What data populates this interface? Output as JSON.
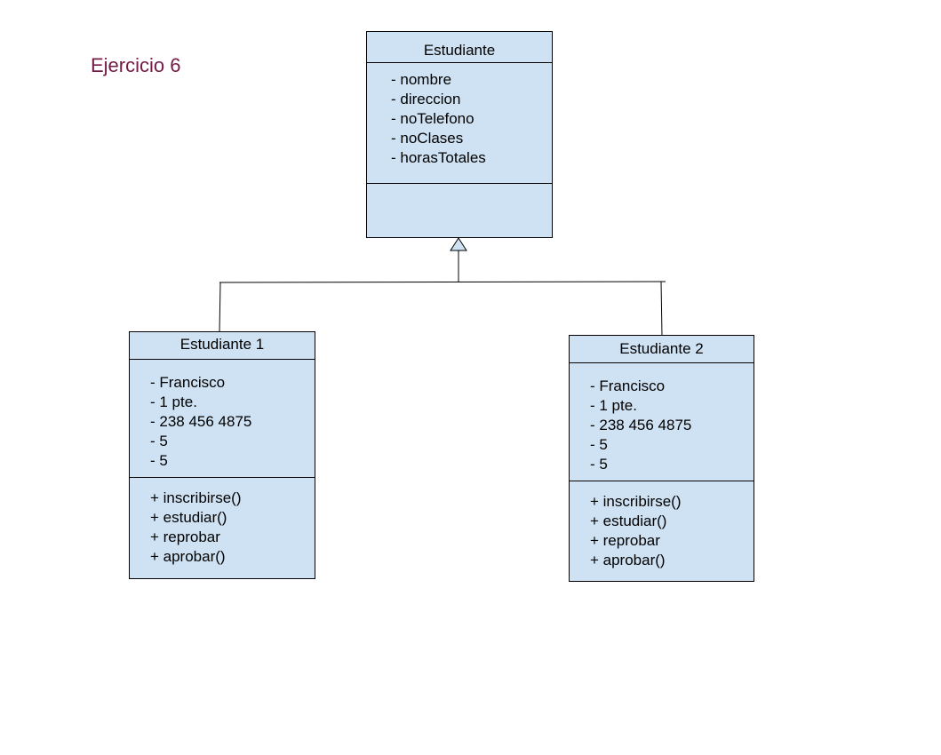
{
  "title": "Ejercicio 6",
  "classes": {
    "parent": {
      "name": "Estudiante",
      "attributes": [
        "- nombre",
        "- direccion",
        "- noTelefono",
        "- noClases",
        "- horasTotales"
      ],
      "methods": []
    },
    "child1": {
      "name": "Estudiante 1",
      "attributes": [
        "- Francisco",
        "- 1 pte.",
        "- 238 456 4875",
        "- 5",
        "- 5"
      ],
      "methods": [
        "+ inscribirse()",
        "+ estudiar()",
        "+ reprobar",
        "+ aprobar()"
      ]
    },
    "child2": {
      "name": "Estudiante 2",
      "attributes": [
        "- Francisco",
        "- 1 pte.",
        "- 238 456 4875",
        "- 5",
        "- 5"
      ],
      "methods": [
        "+ inscribirse()",
        "+ estudiar()",
        "+ reprobar",
        "+ aprobar()"
      ]
    }
  },
  "colors": {
    "box_fill": "#cfe2f3",
    "border": "#000000",
    "title": "#741b47"
  }
}
